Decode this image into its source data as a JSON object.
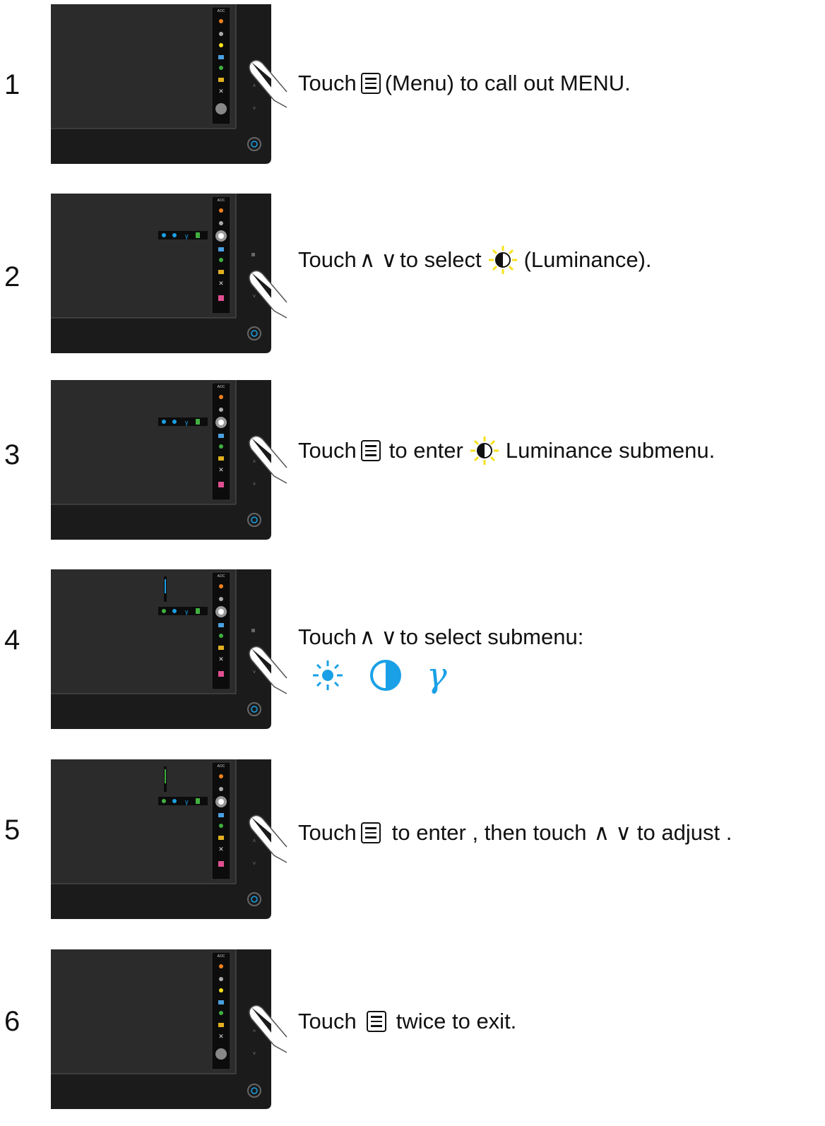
{
  "steps": [
    {
      "number": "1",
      "parts": [
        "Touch",
        "(Menu) to  call out MENU."
      ]
    },
    {
      "number": "2",
      "parts": [
        "Touch",
        "to select",
        "(Luminance)."
      ]
    },
    {
      "number": "3",
      "parts": [
        "Touch",
        "to enter",
        "Luminance submenu."
      ]
    },
    {
      "number": "4",
      "parts": [
        "Touch",
        "to select submenu:"
      ]
    },
    {
      "number": "5",
      "parts": [
        "Touch",
        "to enter ,  then touch",
        "to adjust ."
      ]
    },
    {
      "number": "6",
      "parts": [
        "Touch",
        "twice to exit."
      ]
    }
  ],
  "brand": "AOC",
  "icons": {
    "menu": "menu-icon",
    "up": "chevron-up-icon",
    "down": "chevron-down-icon",
    "luminance": "luminance-icon",
    "brightness": "brightness-icon",
    "contrast": "contrast-icon",
    "gamma": "gamma-icon"
  },
  "symbols": {
    "up": "∧",
    "down": "∨",
    "gamma": "γ"
  },
  "colors": {
    "accent_blue": "#1aa0e6",
    "highlight_yellow": "#f7e21c",
    "bezel": "#1b1b1b",
    "screen": "#2b2b2b"
  }
}
